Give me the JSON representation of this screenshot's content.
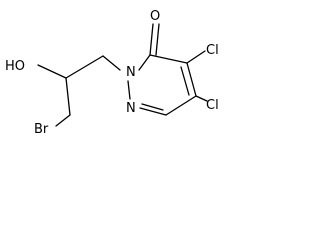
{
  "molecule": {
    "atoms": {
      "oxygen_carbonyl": "O",
      "nitrogen_1": "N",
      "nitrogen_2": "N",
      "chlorine_4": "Cl",
      "chlorine_5": "Cl",
      "hydroxyl": "HO",
      "bromine": "Br"
    },
    "colors": {
      "bond": "#000000",
      "text": "#000000",
      "background": "#ffffff"
    }
  }
}
